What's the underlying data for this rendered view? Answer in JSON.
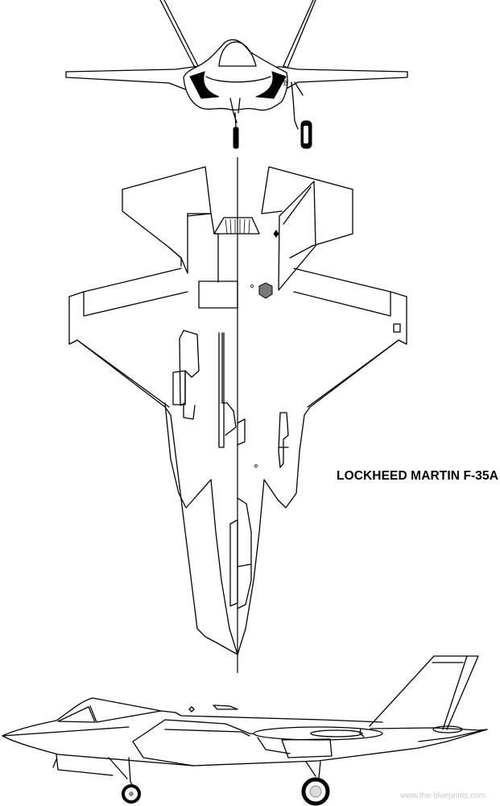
{
  "drawing": {
    "title": "LOCKHEED MARTIN F-35A",
    "watermark": "www.the-blueprints.com",
    "views": [
      {
        "name": "front-view",
        "label": ""
      },
      {
        "name": "top-view",
        "label": ""
      },
      {
        "name": "side-view",
        "label": ""
      }
    ],
    "colors": {
      "line": "#000000",
      "background": "#ffffff",
      "watermark": "#c8c8c8"
    }
  }
}
